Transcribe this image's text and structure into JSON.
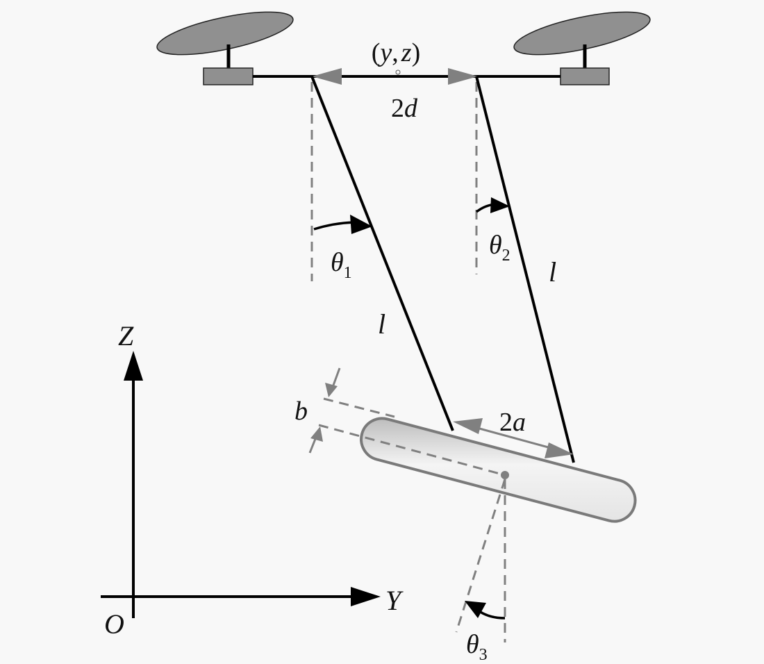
{
  "labels": {
    "center": {
      "open": "(",
      "y": "y",
      "comma": ",",
      "z": "z",
      "close": ")"
    },
    "separation": {
      "num": "2",
      "var": "d"
    },
    "theta1": {
      "sym": "θ",
      "sub": "1"
    },
    "theta2": {
      "sym": "θ",
      "sub": "2"
    },
    "theta3": {
      "sym": "θ",
      "sub": "3"
    },
    "rope_left": "l",
    "rope_right": "l",
    "attach_sep": {
      "num": "2",
      "var": "a"
    },
    "offset": "b",
    "axis_z": "Z",
    "axis_y": "Y",
    "origin": "O"
  },
  "colors": {
    "line": "#000000",
    "gray": "#7f7f7f",
    "drone_fill": "#909090",
    "dash": "#808080"
  }
}
